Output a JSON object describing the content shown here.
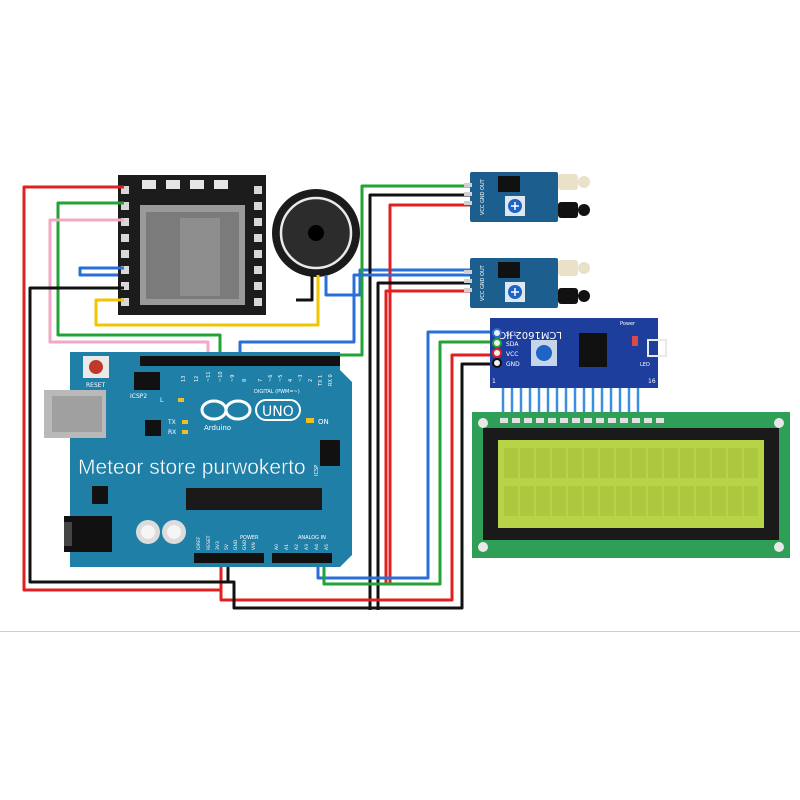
{
  "watermark": "Meteor store purwokerto",
  "arduino": {
    "logo_text": "UNO",
    "brand": "Arduino",
    "reset_label": "RESET",
    "icsp2_label": "ICSP2",
    "icsp_label": "ICSP",
    "digital_label": "DIGITAL (PWM=~)",
    "analog_label": "ANALOG IN",
    "power_label": "POWER",
    "on_label": "ON",
    "l_label": "L",
    "tx_label": "TX",
    "rx_label": "RX",
    "digital_pins": [
      "13",
      "12",
      "~11",
      "~10",
      "~9",
      "8",
      "7",
      "~6",
      "~5",
      "4",
      "~3",
      "2",
      "TX 1",
      "RX 0"
    ],
    "power_pins": [
      "IOREF",
      "RESET",
      "3V3",
      "5V",
      "GND",
      "GND",
      "VIN"
    ],
    "analog_pins": [
      "A0",
      "A1",
      "A2",
      "A3",
      "A4",
      "A5"
    ]
  },
  "lcd": {
    "i2c_label": "LCM1602 IIC",
    "pins": [
      "SCL",
      "SDA",
      "VCC",
      "GND"
    ],
    "led_label": "LED",
    "power_label": "Power",
    "pin1": "1",
    "pin16": "16"
  },
  "ir_sensor": {
    "pins_label": "VCC GND OUT"
  },
  "colors": {
    "board_blue": "#1f7fa6",
    "wire_red": "#e02020",
    "wire_black": "#111111",
    "wire_green": "#21a336",
    "wire_blue": "#2a6fd8",
    "wire_yellow": "#f2c500",
    "wire_pink": "#f2a7c4",
    "lcd_screen": "#b7d449",
    "lcd_pcb": "#2f9e57"
  }
}
